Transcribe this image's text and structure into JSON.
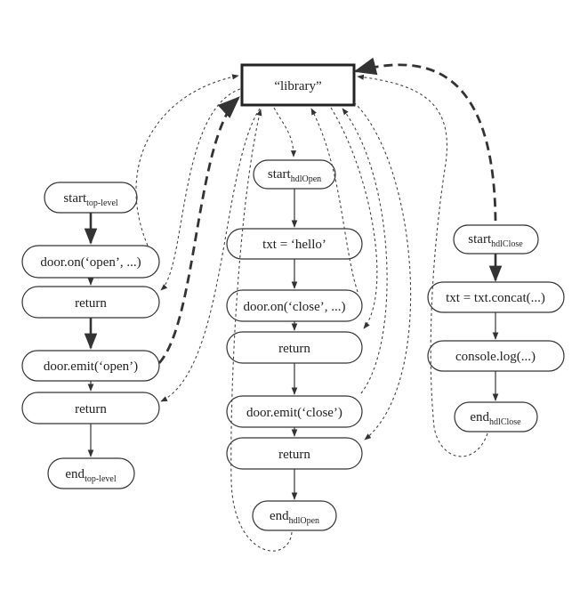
{
  "colors": {
    "stroke": "#333333",
    "background": "#ffffff",
    "text": "#222222"
  },
  "library": {
    "label": "“library”"
  },
  "columns": {
    "top_level": {
      "start": {
        "main": "start",
        "sub": "top-level"
      },
      "on_open": {
        "label": "door.on(‘open’, ...)"
      },
      "return1": {
        "label": "return"
      },
      "emit_open": {
        "label": "door.emit(‘open’)"
      },
      "return2": {
        "label": "return"
      },
      "end": {
        "main": "end",
        "sub": "top-level"
      }
    },
    "hdl_open": {
      "start": {
        "main": "start",
        "sub": "hdlOpen"
      },
      "txt_hello": {
        "label": "txt = ‘hello’"
      },
      "on_close": {
        "label": "door.on(‘close’, ...)"
      },
      "return1": {
        "label": "return"
      },
      "emit_close": {
        "label": "door.emit(‘close’)"
      },
      "return2": {
        "label": "return"
      },
      "end": {
        "main": "end",
        "sub": "hdlOpen"
      }
    },
    "hdl_close": {
      "start": {
        "main": "start",
        "sub": "hdlClose"
      },
      "txt_concat": {
        "label": "txt = txt.concat(...)"
      },
      "console_log": {
        "label": "console.log(...)"
      },
      "end": {
        "main": "end",
        "sub": "hdlClose"
      }
    }
  }
}
